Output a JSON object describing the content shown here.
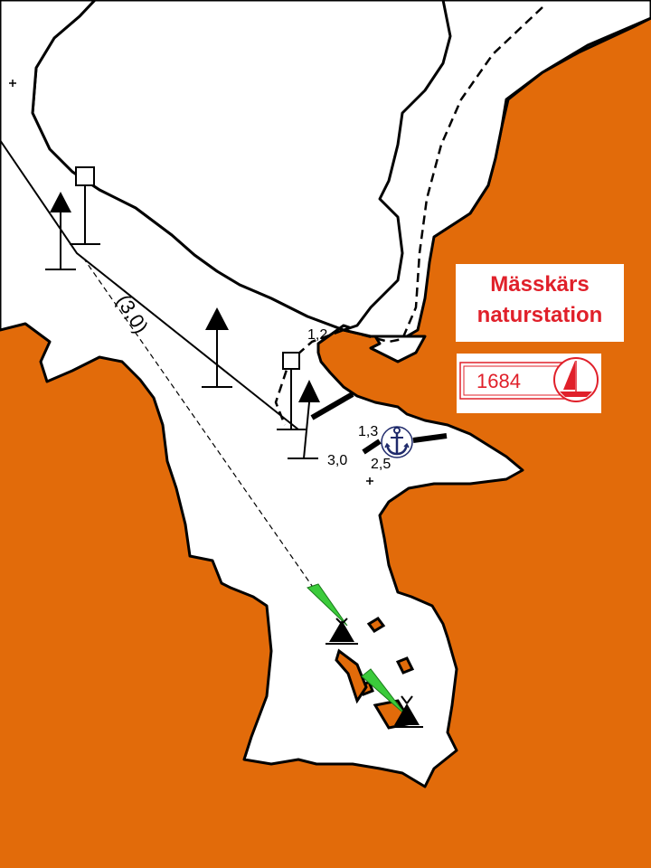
{
  "station": {
    "name_line1": "Mässkärs",
    "name_line2": "naturstation",
    "number": "1684",
    "icon": "sailboat-icon",
    "brand_color": "#E0202A"
  },
  "depths": {
    "channel": "(3,0)",
    "d1": "1,2",
    "d2": "1,3",
    "d3": "3,0",
    "d4": "2,5"
  },
  "colors": {
    "land": "#E26B0A",
    "water": "#FFFFFF",
    "leading_light": "#3BCB3B",
    "anchor": "#1F2A6B"
  },
  "symbols": {
    "anchorage": "anchor-icon",
    "rock_marker": "plus-icon"
  }
}
